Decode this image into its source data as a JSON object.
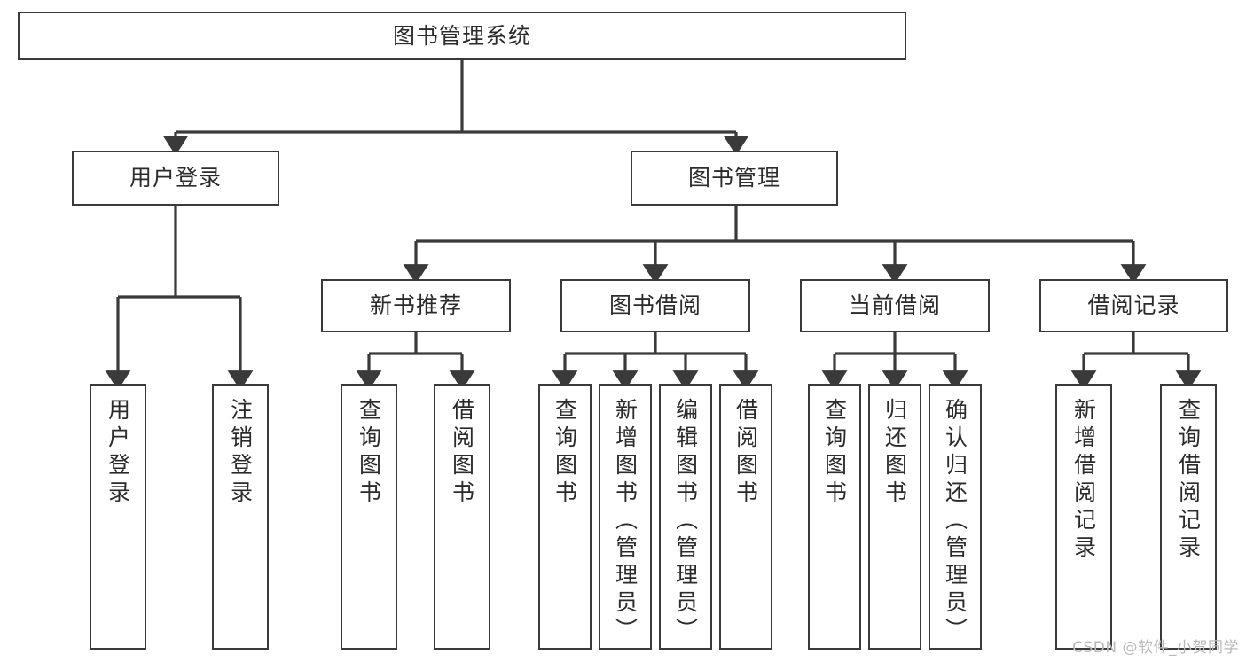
{
  "diagram": {
    "title": "图书管理系统",
    "type": "tree-hierarchy-chart",
    "orientation": "top-down",
    "edge_color": "#3a3a3a",
    "box_border_color": "#3a3a3a",
    "box_fill_color": "#ffffff",
    "background_color": "#ffffff",
    "text_color": "#2b2b2b"
  },
  "watermark": {
    "text": "CSDN @软件_小贺同学",
    "color": "#b9b9b9"
  },
  "nodes": {
    "root": {
      "label": "图书管理系统",
      "level": 1
    },
    "level2": [
      {
        "id": "user-login",
        "label": "用户登录",
        "level": 2
      },
      {
        "id": "book-management",
        "label": "图书管理",
        "level": 2
      }
    ],
    "level3": [
      {
        "id": "new-book-recommend",
        "label": "新书推荐",
        "level": 3,
        "parent": "book-management"
      },
      {
        "id": "book-borrow",
        "label": "图书借阅",
        "level": 3,
        "parent": "book-management"
      },
      {
        "id": "current-borrow",
        "label": "当前借阅",
        "level": 3,
        "parent": "book-management"
      },
      {
        "id": "borrow-record",
        "label": "借阅记录",
        "level": 3,
        "parent": "book-management"
      }
    ],
    "leaves": [
      {
        "id": "leaf-user-login",
        "label": "用户登录",
        "parent": "user-login"
      },
      {
        "id": "leaf-logout-login",
        "label": "注销登录",
        "parent": "user-login"
      },
      {
        "id": "leaf-query-book-1",
        "label": "查询图书",
        "parent": "new-book-recommend"
      },
      {
        "id": "leaf-borrow-book-1",
        "label": "借阅图书",
        "parent": "new-book-recommend"
      },
      {
        "id": "leaf-query-book-2",
        "label": "查询图书",
        "parent": "book-borrow"
      },
      {
        "id": "leaf-add-book",
        "label": "新增图书（管理员）",
        "parent": "book-borrow"
      },
      {
        "id": "leaf-edit-book",
        "label": "编辑图书（管理员）",
        "parent": "book-borrow"
      },
      {
        "id": "leaf-borrow-book-2",
        "label": "借阅图书",
        "parent": "book-borrow"
      },
      {
        "id": "leaf-query-book-3",
        "label": "查询图书",
        "parent": "current-borrow"
      },
      {
        "id": "leaf-return-book",
        "label": "归还图书",
        "parent": "current-borrow"
      },
      {
        "id": "leaf-confirm-return",
        "label": "确认归还（管理员）",
        "parent": "current-borrow"
      },
      {
        "id": "leaf-add-record",
        "label": "新增借阅记录",
        "parent": "borrow-record"
      },
      {
        "id": "leaf-query-record",
        "label": "查询借阅记录",
        "parent": "borrow-record"
      }
    ]
  }
}
